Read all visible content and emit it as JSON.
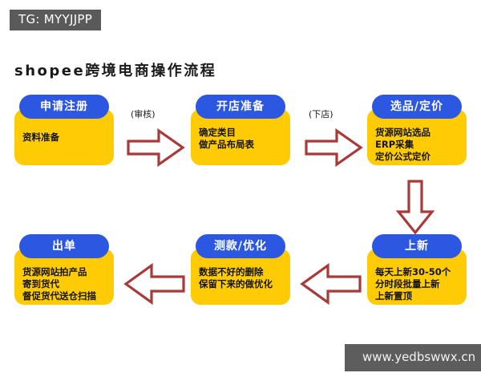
{
  "overlays": {
    "tg_tag": "TG: MYYJJPP",
    "site_watermark": "www.yedbswwx.cn"
  },
  "chart_data": {
    "type": "diagram",
    "title": "shopee跨境电商操作流程",
    "accent_colors": {
      "header_blue": "#2C57E0",
      "body_yellow": "#FFCB05",
      "arrow_red": "#A83A3A",
      "watermark_gray": "#5a5a5a"
    },
    "nodes": [
      {
        "id": "node-1",
        "header": "申请注册",
        "lines": [
          "资料准备"
        ],
        "row": 1,
        "order": 1
      },
      {
        "id": "node-2",
        "header": "开店准备",
        "lines": [
          "确定类目",
          "做产品布局表"
        ],
        "row": 1,
        "order": 2
      },
      {
        "id": "node-3",
        "header": "选品/定价",
        "lines": [
          "货源网站选品",
          "ERP采集",
          "定价公式定价"
        ],
        "row": 1,
        "order": 3
      },
      {
        "id": "node-4",
        "header": "上新",
        "lines": [
          "每天上新30-50个",
          "分时段批量上新",
          "上新置顶"
        ],
        "row": 2,
        "order": 1
      },
      {
        "id": "node-5",
        "header": "测款/优化",
        "lines": [
          "数据不好的删除",
          "保留下来的做优化"
        ],
        "row": 2,
        "order": 2
      },
      {
        "id": "node-6",
        "header": "出单",
        "lines": [
          "货源网站拍产品",
          "寄到货代",
          "督促货代送仓扫描"
        ],
        "row": 2,
        "order": 3
      }
    ],
    "edges": [
      {
        "id": "edge-1",
        "from": "node-1",
        "to": "node-2",
        "direction": "right",
        "label": "(审核)"
      },
      {
        "id": "edge-2",
        "from": "node-2",
        "to": "node-3",
        "direction": "right",
        "label": "(下店)"
      },
      {
        "id": "edge-3",
        "from": "node-3",
        "to": "node-4",
        "direction": "down",
        "label": ""
      },
      {
        "id": "edge-4",
        "from": "node-4",
        "to": "node-5",
        "direction": "left",
        "label": ""
      },
      {
        "id": "edge-5",
        "from": "node-5",
        "to": "node-6",
        "direction": "left",
        "label": ""
      }
    ]
  }
}
